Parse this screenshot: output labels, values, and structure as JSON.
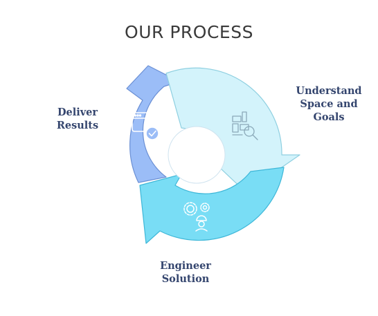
{
  "title": "OUR PROCESS",
  "steps": [
    {
      "line1": "Understand",
      "line2": "Space and",
      "line3": "Goals",
      "icon": "layout-search-icon",
      "color": "#d3f3fb"
    },
    {
      "line1": "Engineer",
      "line2": "Solution",
      "icon": "gear-engineer-icon",
      "color": "#79ddf5"
    },
    {
      "line1": "Deliver",
      "line2": "Results",
      "icon": "browser-check-icon",
      "color": "#9bbdf7"
    }
  ]
}
